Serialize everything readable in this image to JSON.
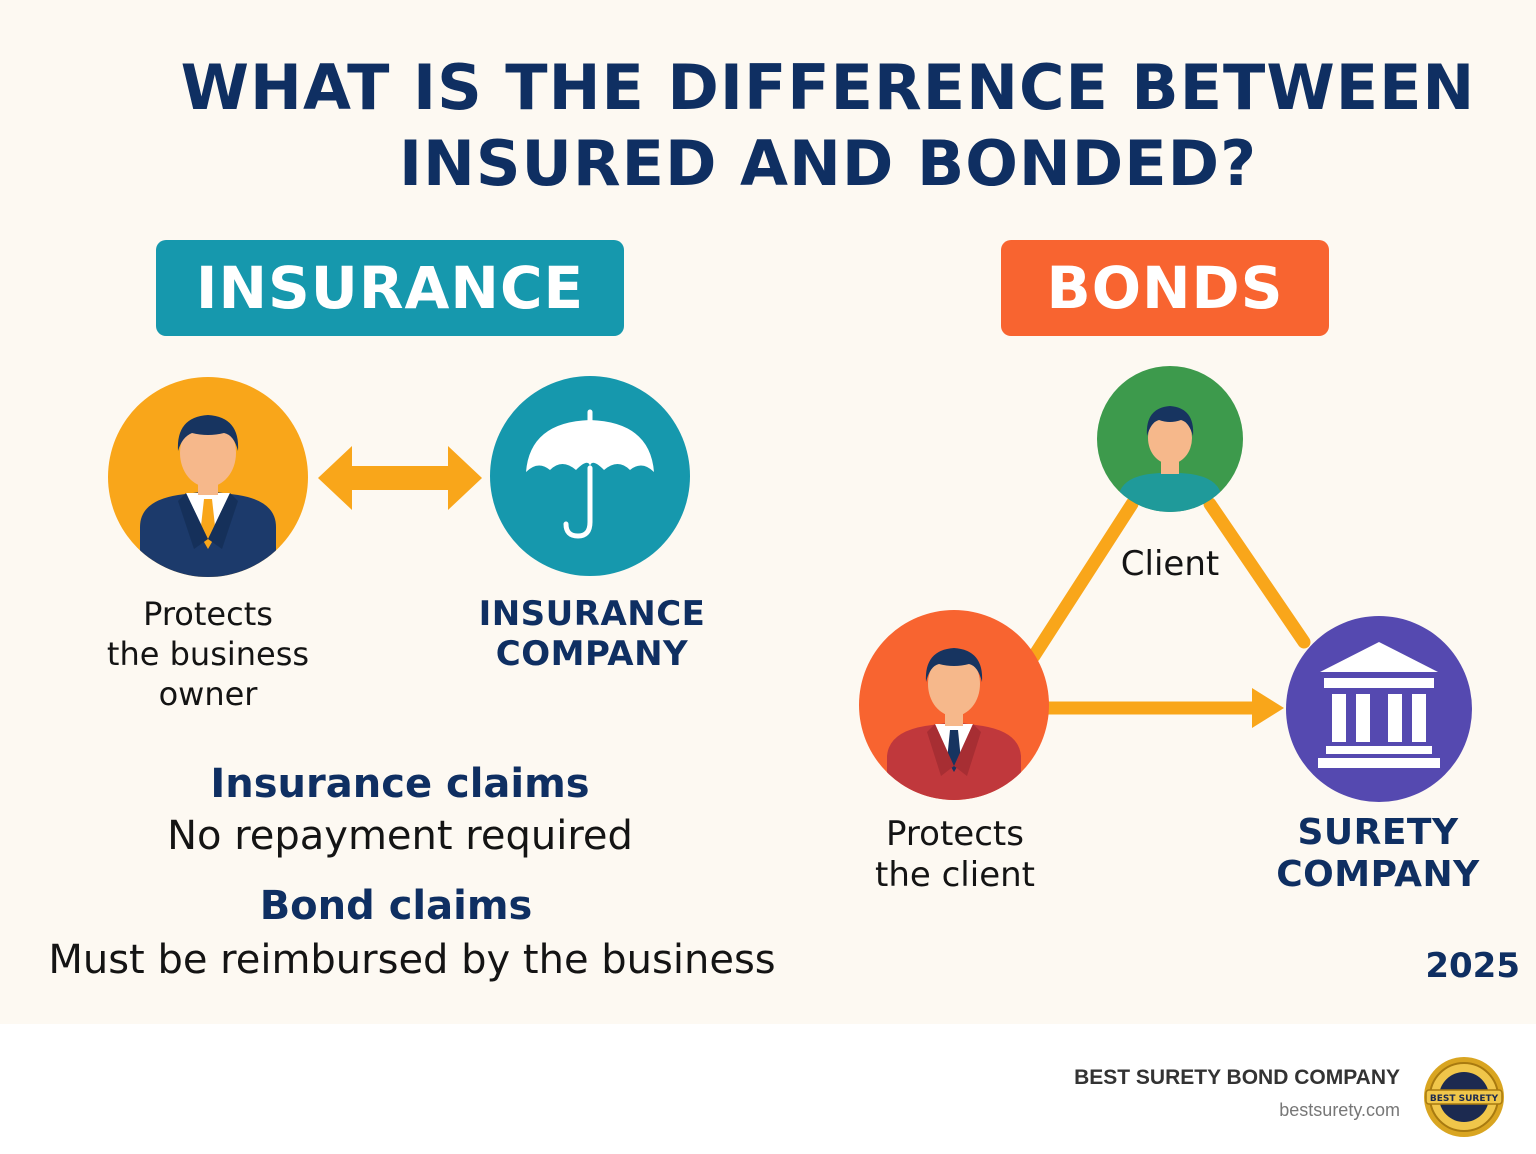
{
  "title_line1": "WHAT IS THE DIFFERENCE BETWEEN",
  "title_line2": "INSURED AND BONDED?",
  "insurance": {
    "pill": "INSURANCE",
    "owner_label": [
      "Protects",
      "the business",
      "owner"
    ],
    "company_label": [
      "INSURANCE",
      "COMPANY"
    ],
    "owner_icon": "business-owner-person-icon",
    "company_icon": "umbrella-icon",
    "arrow_icon": "double-arrow-icon"
  },
  "bonds": {
    "pill": "BONDS",
    "client_label": "Client",
    "principal_label": [
      "Protects",
      "the client"
    ],
    "surety_label": [
      "SURETY",
      "COMPANY"
    ],
    "client_icon": "client-person-icon",
    "principal_icon": "business-person-icon",
    "surety_icon": "bank-building-icon"
  },
  "claims": {
    "insurance_heading": "Insurance claims",
    "insurance_text": "No repayment required",
    "bond_heading": "Bond claims",
    "bond_text": "Must be reimbursed by the business"
  },
  "year": "2025",
  "footer": {
    "company": "BEST SURETY BOND COMPANY",
    "url": "bestsurety.com",
    "seal_text": "BEST SURETY"
  },
  "colors": {
    "navy": "#0f2f62",
    "teal": "#1698ad",
    "orange": "#f86430",
    "yellow": "#f9a61a",
    "green": "#3d9a4c",
    "purple": "#5549b0",
    "background": "#fdf9f2"
  }
}
